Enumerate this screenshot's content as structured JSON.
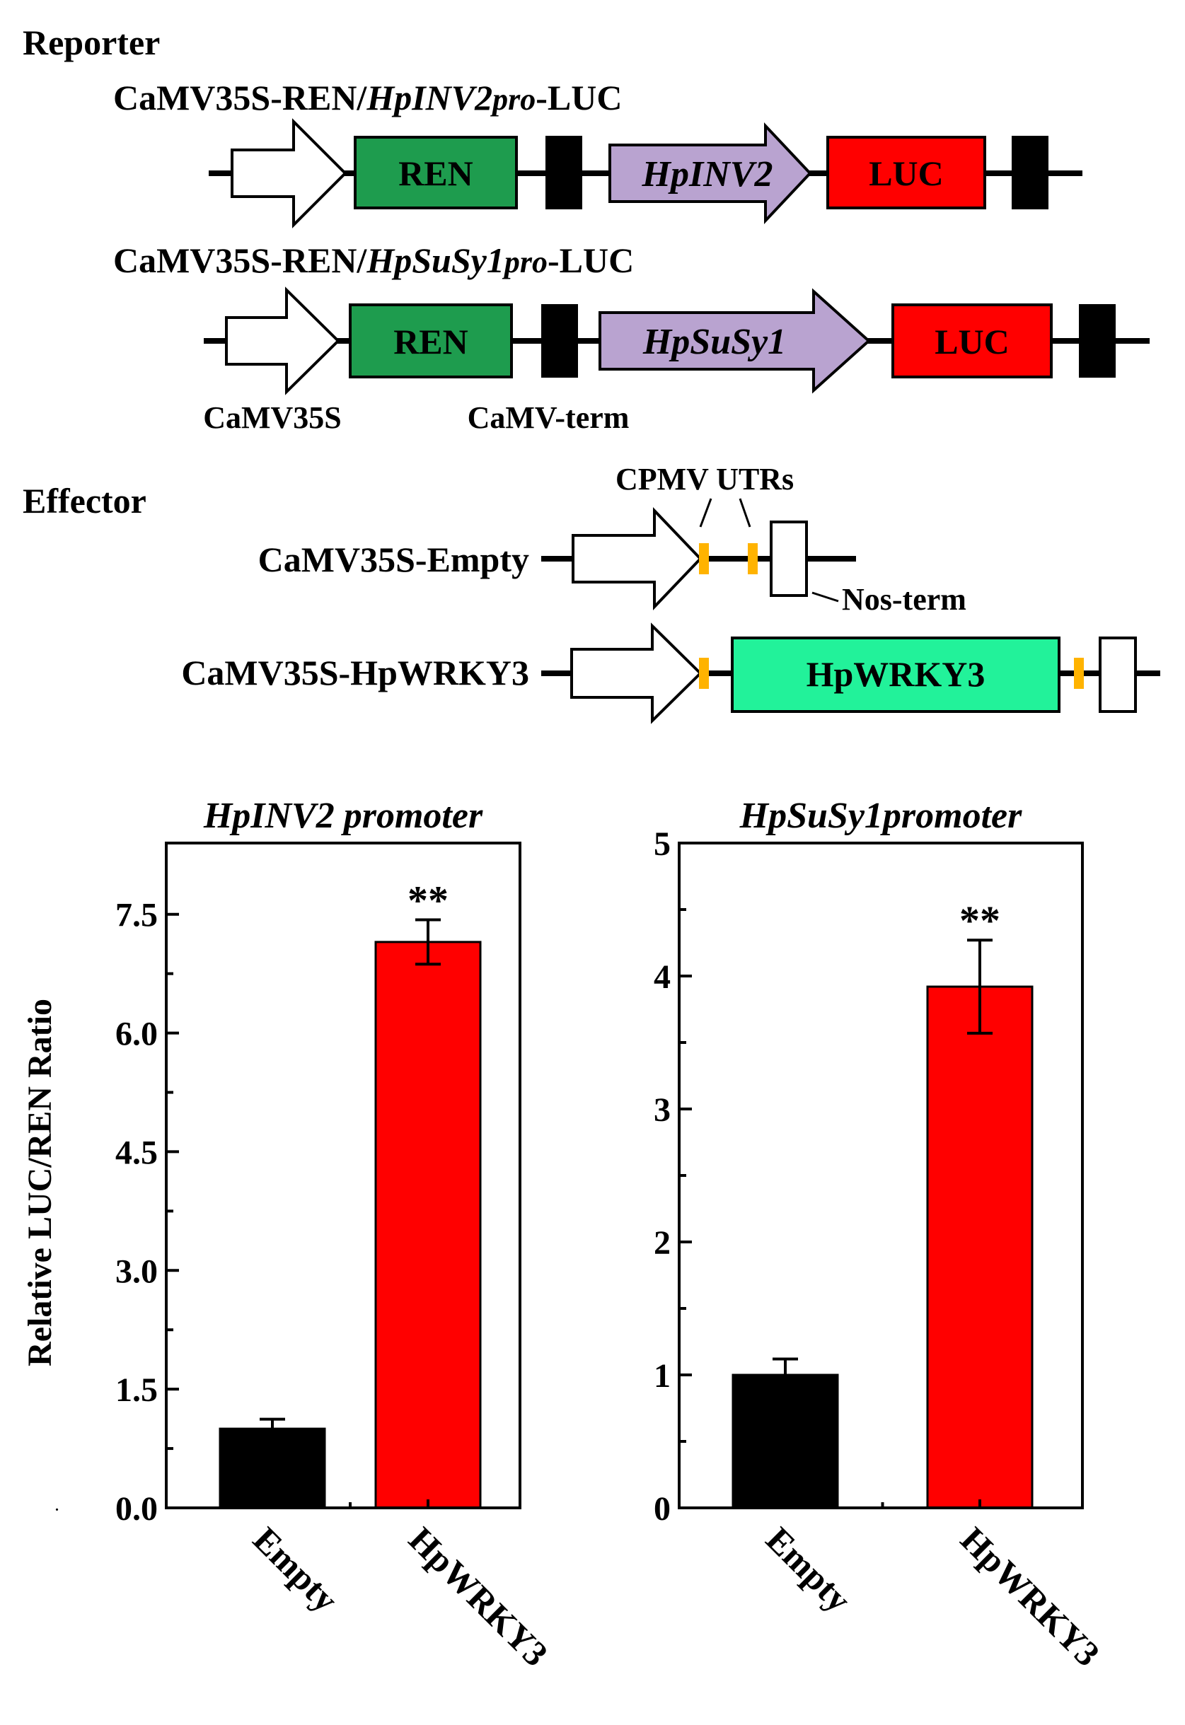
{
  "reporter": {
    "heading": "Reporter",
    "construct1": {
      "prefix": "CaMV35S-REN/",
      "gene": "HpINV2",
      "pro": "pro",
      "suffix": "-LUC",
      "gene_box": "HpINV2"
    },
    "construct2": {
      "prefix": "CaMV35S-REN/",
      "gene": "HpSuSy1",
      "pro": "pro",
      "suffix": "-LUC",
      "gene_box": "HpSuSy1"
    },
    "ren_label": "REN",
    "luc_label": "LUC",
    "promoter_label": "CaMV35S",
    "terminator_label": "CaMV-term",
    "colors": {
      "ren": "#1e9c4e",
      "gene": "#b9a3d0",
      "luc": "#ff0000"
    }
  },
  "effector": {
    "heading": "Effector",
    "utr_label": "CPMV UTRs",
    "nos_label": "Nos-term",
    "empty_label": "CaMV35S-Empty",
    "wrky_label": "CaMV35S-HpWRKY3",
    "wrky_box": "HpWRKY3",
    "colors": {
      "wrky": "#22f29a",
      "utr": "#ffb300"
    }
  },
  "chart_data": [
    {
      "type": "bar",
      "title": "HpINV2 promoter",
      "ylabel": "Relative LUC/REN Ratio",
      "categories": [
        "Empty",
        "HpWRKY3"
      ],
      "values": [
        1.0,
        7.15
      ],
      "errors": [
        0.12,
        0.28
      ],
      "annotations": [
        "",
        "**"
      ],
      "ylim": [
        0,
        8.4
      ],
      "yticks": [
        "0.0",
        "1.5",
        "3.0",
        "4.5",
        "6.0",
        "7.5"
      ],
      "colors": [
        "#000000",
        "#ff0000"
      ]
    },
    {
      "type": "bar",
      "title": "HpSuSy1promoter",
      "ylabel": "",
      "categories": [
        "Empty",
        "HpWRKY3"
      ],
      "values": [
        1.0,
        3.92
      ],
      "errors": [
        0.12,
        0.35
      ],
      "annotations": [
        "",
        "**"
      ],
      "ylim": [
        0,
        5
      ],
      "yticks": [
        "0",
        "1",
        "2",
        "3",
        "4",
        "5"
      ],
      "colors": [
        "#000000",
        "#ff0000"
      ]
    }
  ]
}
